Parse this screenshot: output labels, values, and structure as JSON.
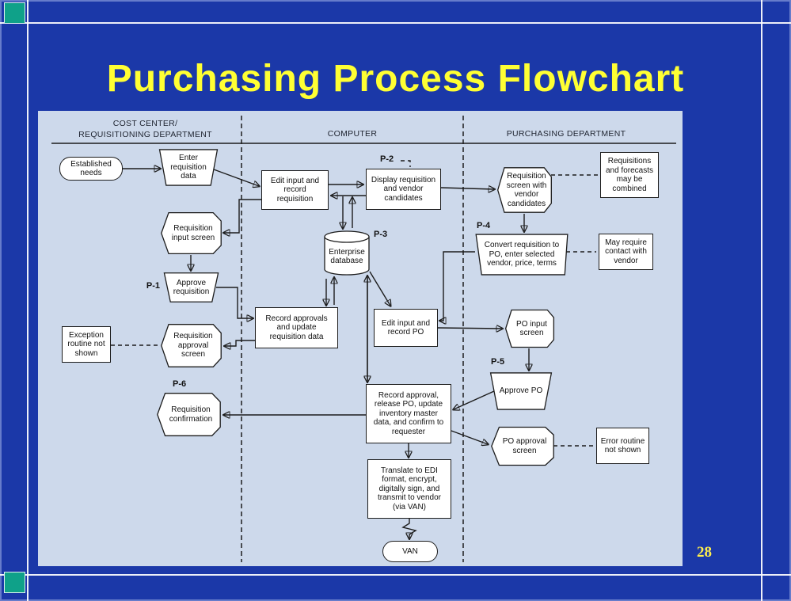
{
  "slide": {
    "title": "Purchasing Process Flowchart",
    "page_number": "28"
  },
  "colors": {
    "background": "#1b38a8",
    "corner_square": "#0fa189",
    "title_text": "#ffff33",
    "panel_background": "#cdd9eb"
  },
  "lanes": {
    "cost_center": {
      "line1": "COST CENTER/",
      "line2": "REQUISITIONING DEPARTMENT"
    },
    "computer": {
      "label": "COMPUTER"
    },
    "purchasing": {
      "label": "PURCHASING DEPARTMENT"
    }
  },
  "process_labels": {
    "p1": "P-1",
    "p2": "P-2",
    "p3": "P-3",
    "p4": "P-4",
    "p5": "P-5",
    "p6": "P-6"
  },
  "nodes": {
    "established_needs": {
      "label": "Established needs"
    },
    "enter_requisition_data": {
      "label": "Enter requisition data"
    },
    "requisition_input_screen": {
      "label": "Requisition input screen"
    },
    "approve_requisition": {
      "label": "Approve requisition"
    },
    "requisition_approval_screen": {
      "label": "Requisition approval screen"
    },
    "exception_routine": {
      "label": "Exception routine not shown"
    },
    "requisition_confirmation": {
      "label": "Requisition confirmation"
    },
    "edit_input_record_requisition": {
      "label": "Edit input and record requisition"
    },
    "display_requisition_vendor": {
      "label": "Display requisition and vendor candidates"
    },
    "enterprise_database": {
      "label": "Enterprise database"
    },
    "record_approvals_update": {
      "label": "Record approvals and update requisition data"
    },
    "edit_input_record_po": {
      "label": "Edit input and record PO"
    },
    "record_approval_release_po": {
      "label": "Record approval, release PO, update inventory master data, and confirm to requester"
    },
    "translate_edi": {
      "label": "Translate to EDI format, encrypt, digitally sign, and transmit to vendor (via VAN)"
    },
    "van": {
      "label": "VAN"
    },
    "requisition_screen_vendor": {
      "label": "Requisition screen with vendor candidates"
    },
    "requisitions_forecasts_note": {
      "label": "Requisitions and forecasts may be combined"
    },
    "convert_requisition_po": {
      "label": "Convert requisition to PO, enter selected vendor, price, terms"
    },
    "may_require_contact_note": {
      "label": "May require contact with vendor"
    },
    "po_input_screen": {
      "label": "PO input screen"
    },
    "approve_po": {
      "label": "Approve PO"
    },
    "po_approval_screen": {
      "label": "PO approval screen"
    },
    "error_routine_note": {
      "label": "Error routine not shown"
    }
  }
}
